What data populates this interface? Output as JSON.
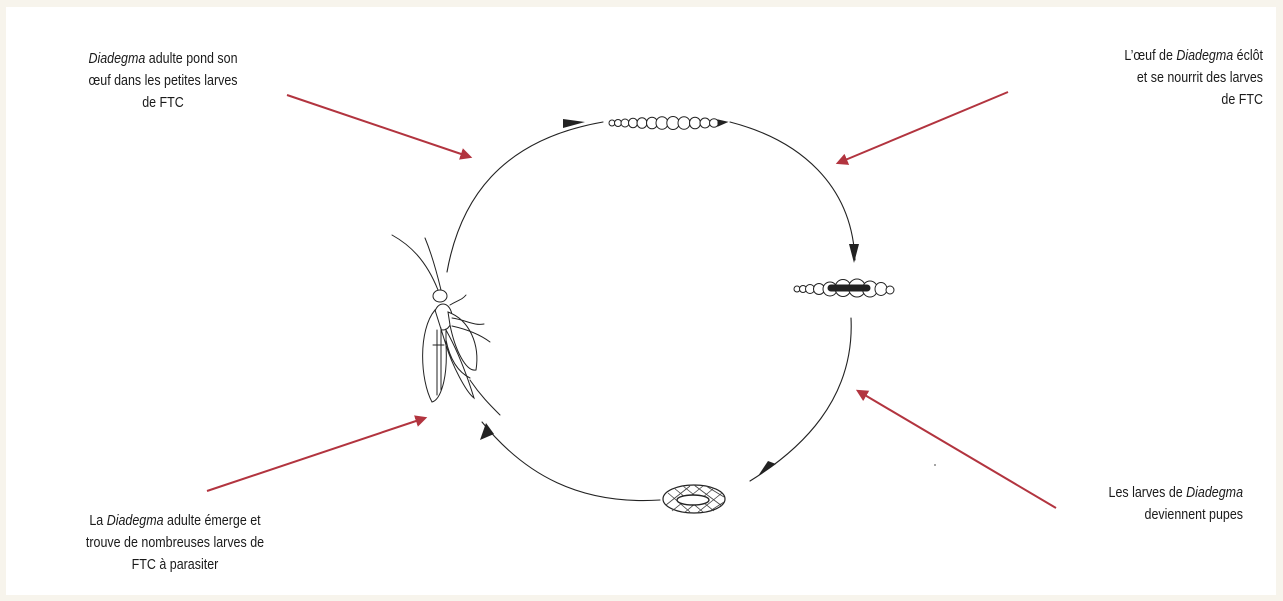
{
  "colors": {
    "page_background": "#f7f4ec",
    "panel_background": "#ffffff",
    "pointer_arrow": "#b2343f",
    "drawing_ink": "#222222"
  },
  "captions": {
    "top_left": {
      "line1_italic": "Diadegma",
      "line1_rest": " adulte pond son",
      "line2": "œuf dans les petites larves",
      "line3": "de FTC"
    },
    "top_right": {
      "line1_lead": "L’œuf de ",
      "line1_italic": "Diadegma",
      "line1_rest": " éclôt",
      "line2": "et se nourrit des larves",
      "line3": "de FTC"
    },
    "bottom_right": {
      "line1_lead": "Les larves de ",
      "line1_italic": "Diadegma",
      "line2": "deviennent pupes"
    },
    "bottom_left": {
      "line1_lead": "La ",
      "line1_italic": "Diadegma",
      "line1_rest": " adulte émerge et",
      "line2": "trouve de nombreuses larves de",
      "line3": "FTC à parasiter"
    }
  },
  "cycle_stages": [
    {
      "stage": "egg",
      "icon": "egg-string-icon"
    },
    {
      "stage": "larva",
      "icon": "larva-icon"
    },
    {
      "stage": "pupa",
      "icon": "cocoon-icon"
    },
    {
      "stage": "adult",
      "icon": "wasp-icon"
    }
  ]
}
